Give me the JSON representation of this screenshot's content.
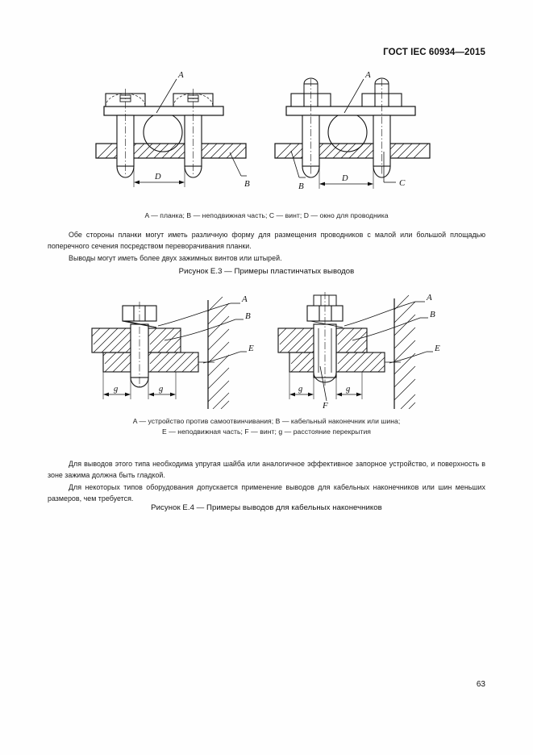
{
  "header": {
    "standard_title": "ГОСТ IEC 60934—2015"
  },
  "page": {
    "number": "63"
  },
  "figure_e3": {
    "legend": "A — планка; B — неподвижная часть; C — винт; D — окно для проводника",
    "caption": "Рисунок Е.3 — Примеры пластинчатых выводов",
    "left_drawing": {
      "label_a": "A",
      "label_b": "B",
      "dimension_d": "D"
    },
    "right_drawing": {
      "label_a": "A",
      "label_b": "B",
      "label_c": "C",
      "dimension_d": "D"
    }
  },
  "paragraphs_after_e3": {
    "p1": "Обе стороны планки могут иметь различную форму для размещения проводников с малой или большой площадью поперечного сечения посредством переворачивания планки.",
    "p2": "Выводы могут иметь более двух зажимных винтов или штырей."
  },
  "figure_e4": {
    "legend_line1": "A — устройство против самоотвинчивания; B — кабельный наконечник или шина;",
    "legend_line2": "E — неподвижная часть; F — винт; g — расстояние перекрытия",
    "caption": "Рисунок Е.4 — Примеры выводов для кабельных наконечников",
    "left_drawing": {
      "label_a": "A",
      "label_b": "B",
      "label_e": "E",
      "dimension_g_left": "g",
      "dimension_g_right": "g"
    },
    "right_drawing": {
      "label_a": "A",
      "label_b": "B",
      "label_e": "E",
      "label_f": "F",
      "dimension_g_left": "g",
      "dimension_g_right": "g"
    }
  },
  "paragraphs_after_e4": {
    "p1": "Для выводов этого типа необходима упругая шайба или аналогичное эффективное запорное устройство, и поверхность в зоне зажима должна быть гладкой.",
    "p2": "Для некоторых типов оборудования допускается применение выводов для кабельных наконечников или шин меньших размеров, чем требуется."
  },
  "colors": {
    "ink": "#1a1a1a",
    "paper": "#fefefe",
    "line": "#111111"
  }
}
